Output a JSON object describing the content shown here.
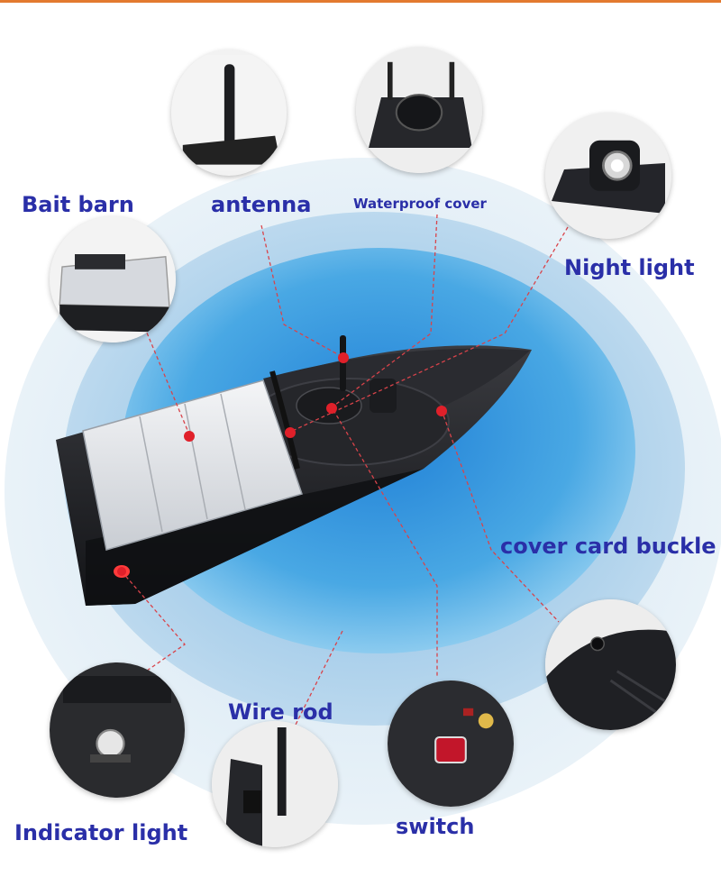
{
  "labels": {
    "bait_barn": "Bait barn",
    "antenna": "antenna",
    "waterproof_cover": "Waterproof cover",
    "night_light": "Night light",
    "cover_card_buckle": "cover card buckle",
    "wire_rod": "Wire rod",
    "indicator_light": "Indicator light",
    "switch": "switch"
  },
  "colors": {
    "label_text": "#2a2fa8",
    "top_rule": "#e37a2f",
    "leader_line": "#d9434a",
    "marker_dot": "#e0202a",
    "ring_outer": "#dbe9f3",
    "ring_mid": "#9fc8e6",
    "ring_inner": "#3a9ede",
    "hull": "#1e1f22"
  }
}
